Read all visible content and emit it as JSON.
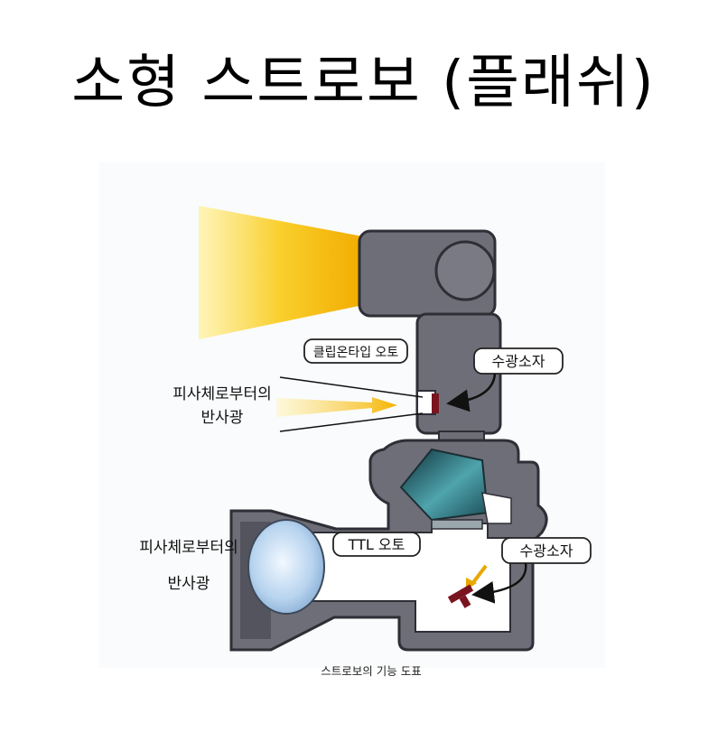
{
  "title": "소형 스트로보 (플래쉬)",
  "labels": {
    "clip_on_auto": "클립온타입 오토",
    "sensor_top": "수광소자",
    "subject_reflection_top_line1": "피사체로부터의",
    "subject_reflection_top_line2": "반사광",
    "ttl_auto": "TTL 오토",
    "sensor_bottom": "수광소자",
    "subject_reflection_bottom_line1": "피사체로부터의",
    "subject_reflection_bottom_line2": "반사광"
  },
  "caption": "스트로보의 기능 도표",
  "colors": {
    "body": "#6e6e78",
    "body_outline": "#2e2e36",
    "cavity": "#ffffff",
    "beam": "#f5bd05",
    "sensor": "#7a1520",
    "prism": "#3f8f9a",
    "lens": "#a8ccec"
  }
}
